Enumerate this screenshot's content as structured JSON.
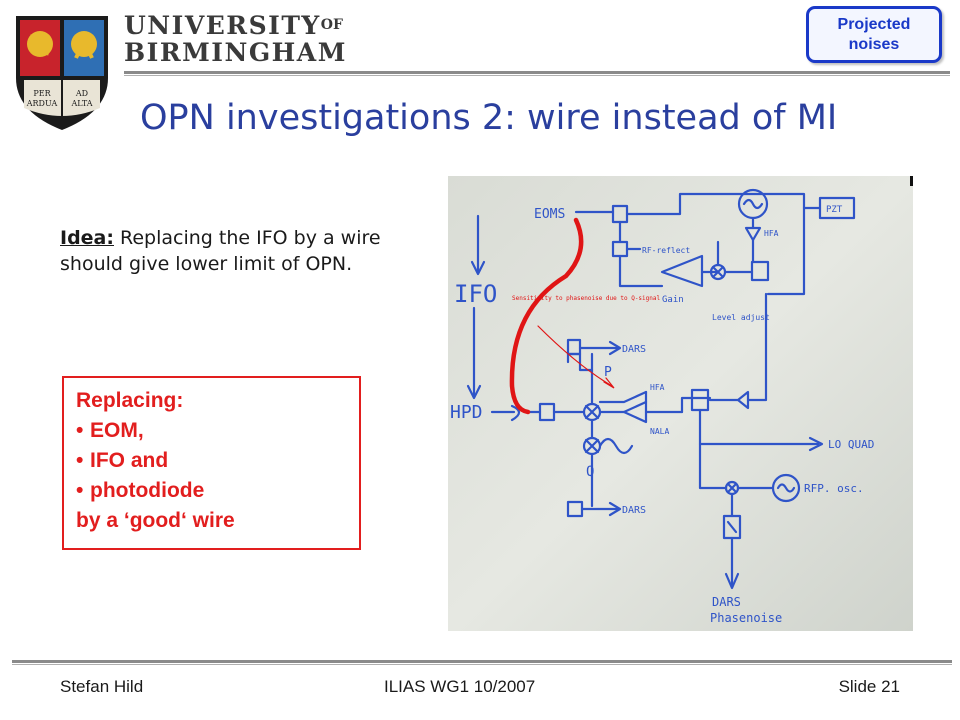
{
  "header": {
    "university_line1": "UNIVERSITY",
    "university_of": "OF",
    "university_line2": "BIRMINGHAM",
    "crest_motto_left": "PER ARDUA",
    "crest_motto_right": "AD ALTA",
    "badge": "Projected\nnoises"
  },
  "slide": {
    "title": "OPN investigations 2: wire instead of MI",
    "idea_label": "Idea:",
    "idea_text": " Replacing the IFO by a wire should give lower limit of OPN.",
    "replacing": {
      "heading": "Replacing:",
      "items": [
        "EOM,",
        "IFO and",
        "photodiode"
      ],
      "closing": "by a ‘good‘ wire"
    }
  },
  "whiteboard": {
    "labels": {
      "eom": "EOMS",
      "rf_reflect": "RF-reflect",
      "gain": "Gain",
      "hfa_top": "HFA",
      "pz": "PZT",
      "ifo": "IFO",
      "level_adjust": "Level adjust",
      "sensitivity": "Sensitivity to phasenoise due to Q-signal",
      "dars_1": "DARS",
      "p": "P",
      "hfa_mid": "HFA",
      "nala": "NALA",
      "hpd": "HPD",
      "lo_quad": "LO QUAD",
      "q": "Q",
      "dars_2": "DARS",
      "rep_osc": "RFP. osc.",
      "dars_phasenoise_1": "DARS",
      "dars_phasenoise_2": "Phasenoise"
    }
  },
  "footer": {
    "author": "Stefan Hild",
    "event": "ILIAS WG1 10/2007",
    "slide": "Slide 21"
  },
  "colors": {
    "title": "#2a3f9e",
    "badge": "#1a39c8",
    "replacing": "#e21e1e",
    "marker_blue": "#2f54c8",
    "marker_red": "#e01515"
  }
}
